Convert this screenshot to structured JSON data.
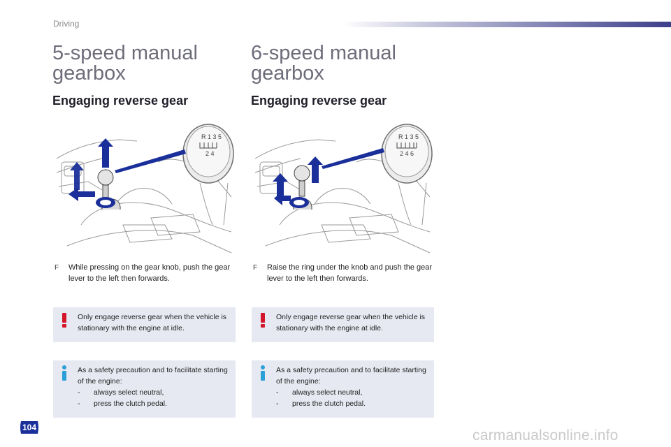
{
  "header": {
    "section": "Driving"
  },
  "left": {
    "title": "5-speed manual gearbox",
    "subtitle": "Engaging reverse gear",
    "knob_top": "R 1 3 5",
    "knob_bottom": "2 4",
    "step_bullet": "F",
    "step_text": "While pressing on the gear knob, push the gear lever to the left then forwards.",
    "warning_text": "Only engage reverse gear when the vehicle is stationary with the engine at idle.",
    "info_intro": "As a safety precaution and to facilitate starting of the engine:",
    "info_items": [
      "always select neutral,",
      "press the clutch pedal."
    ]
  },
  "right": {
    "title": "6-speed manual gearbox",
    "subtitle": "Engaging reverse gear",
    "knob_top": "R 1 3 5",
    "knob_bottom": "2 4 6",
    "step_bullet": "F",
    "step_text": "Raise the ring under the knob and push the gear lever to the left then forwards.",
    "warning_text": "Only engage reverse gear when the vehicle is stationary with the engine at idle.",
    "info_intro": "As a safety precaution and to facilitate starting of the engine:",
    "info_items": [
      "always select neutral,",
      "press the clutch pedal."
    ]
  },
  "dash": "-",
  "footer": {
    "page_number": "104",
    "watermark": "carmanualsonline.info"
  },
  "colors": {
    "accent_blue": "#1a2f9a",
    "box_bg": "#e7e9f2",
    "warning_red": "#d4162a",
    "info_blue": "#2a9fd8"
  }
}
